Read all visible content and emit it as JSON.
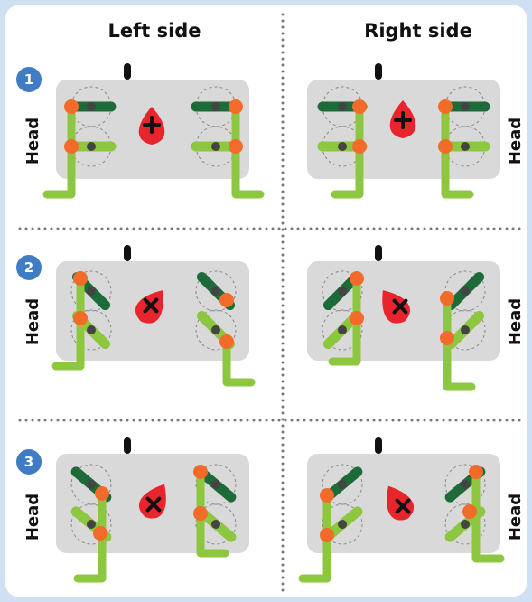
{
  "columns": {
    "left": "Left side",
    "right": "Right side"
  },
  "head_label": "Head",
  "rows": [
    {
      "number": "1",
      "sign": "+"
    },
    {
      "number": "2",
      "sign": "×"
    },
    {
      "number": "3",
      "sign": "×"
    }
  ],
  "colors": {
    "background": "#cfe0f3",
    "body": "#d9d9d9",
    "leg_light": "#8dc63f",
    "leg_dark": "#1e6b3a",
    "joint": "#f26b2a",
    "pivot": "#444444",
    "marker": "#e8242c",
    "divider": "#777777",
    "badge": "#3f7cc4"
  }
}
